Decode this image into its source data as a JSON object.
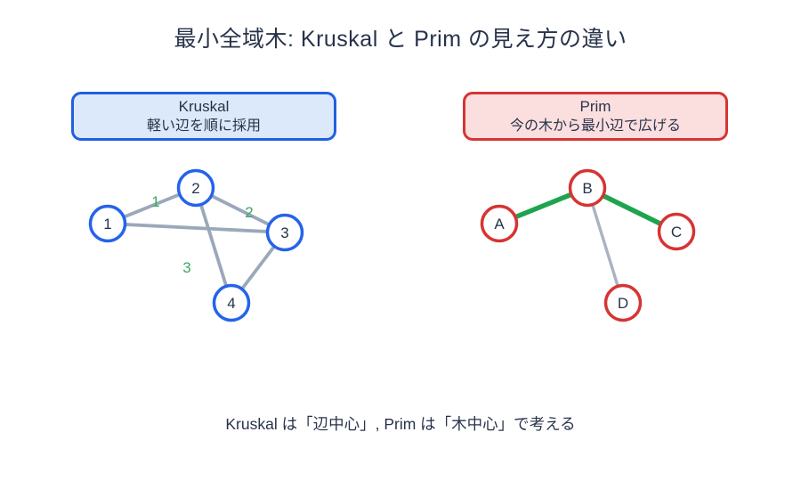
{
  "title": "最小全域木: Kruskal と Prim の見え方の違い",
  "caption": "Kruskal は「辺中心」, Prim は「木中心」で考える",
  "kruskal": {
    "heading": "Kruskal",
    "subheading": "軽い辺を順に採用",
    "box_fill": "#dbe9fa",
    "box_border": "#2060e0",
    "node_border": "#2563eb",
    "nodes": [
      {
        "id": "1",
        "label": "1"
      },
      {
        "id": "2",
        "label": "2"
      },
      {
        "id": "3",
        "label": "3"
      },
      {
        "id": "4",
        "label": "4"
      }
    ],
    "edges": [
      {
        "from": "1",
        "to": "2",
        "weight": "1"
      },
      {
        "from": "2",
        "to": "3",
        "weight": "2"
      },
      {
        "from": "2",
        "to": "4",
        "weight": "3"
      },
      {
        "from": "1",
        "to": "3"
      },
      {
        "from": "3",
        "to": "4"
      }
    ]
  },
  "prim": {
    "heading": "Prim",
    "subheading": "今の木から最小辺で広げる",
    "box_fill": "#fbdede",
    "box_border": "#d63434",
    "node_border": "#d63434",
    "nodes": [
      {
        "id": "A",
        "label": "A"
      },
      {
        "id": "B",
        "label": "B"
      },
      {
        "id": "C",
        "label": "C"
      },
      {
        "id": "D",
        "label": "D"
      }
    ],
    "edges": [
      {
        "from": "A",
        "to": "B",
        "state": "tree"
      },
      {
        "from": "B",
        "to": "C",
        "state": "tree"
      },
      {
        "from": "B",
        "to": "D",
        "state": "candidate"
      }
    ]
  },
  "colors": {
    "text": "#28334a",
    "edge_gray": "#9aa8ba",
    "tree_edge_green": "#1ea44d",
    "weight_label_green": "#3aa960",
    "kruskal_blue": "#2563eb",
    "prim_red": "#d63434"
  }
}
